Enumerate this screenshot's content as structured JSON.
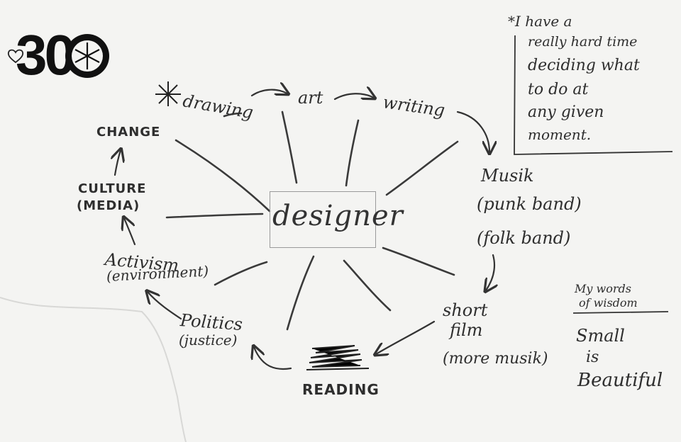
{
  "badge": {
    "number": "30",
    "heart_icon": "heart-icon",
    "asterisk_icon": "asterisk-icon"
  },
  "center": {
    "label": "designer"
  },
  "nodes": {
    "drawing": "drawing",
    "art": "art",
    "writing": "writing",
    "musik": "Musik",
    "punk_band": "(punk band)",
    "folk_band": "(folk band)",
    "short": "short",
    "film": "film",
    "more_musik": "(more musik)",
    "reading": "READING",
    "politics": "Politics",
    "justice": "(justice)",
    "activism": "Activism",
    "environment": "(environment)",
    "culture": "CULTURE",
    "media": "(MEDIA)",
    "change": "CHANGE"
  },
  "note": {
    "lines": [
      "*I have a",
      "really hard time",
      "deciding what",
      "to do at",
      "any given",
      "moment."
    ]
  },
  "wisdom": {
    "title_1": "My words",
    "title_2": "of wisdom",
    "line_1": "Small",
    "line_2": "is",
    "line_3": "Beautiful"
  }
}
